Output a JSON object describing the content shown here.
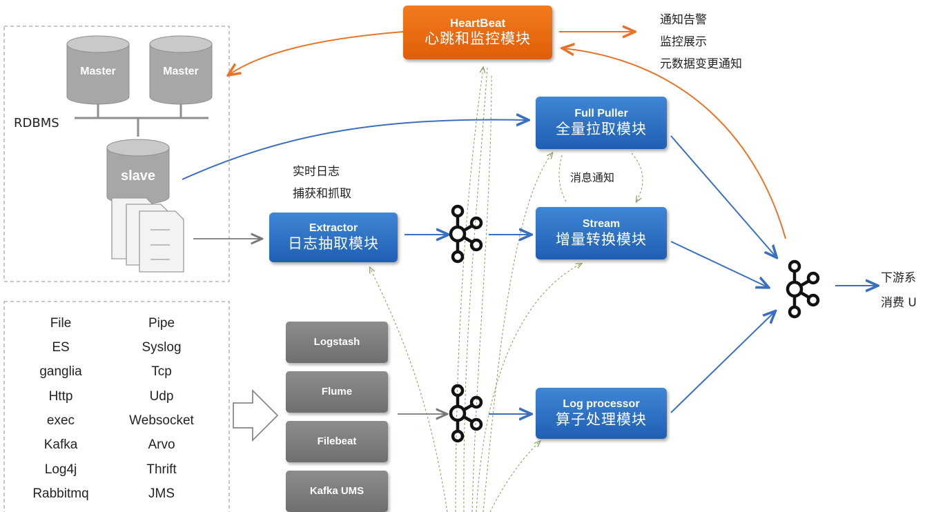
{
  "heartbeat": {
    "en": "HeartBeat",
    "cn": "心跳和监控模块"
  },
  "notify_labels": [
    "通知告警",
    "监控展示",
    "元数据变更通知"
  ],
  "db": {
    "master_1": "Master",
    "master_2": "Master",
    "rdbms": "RDBMS",
    "slave": "slave"
  },
  "full_puller": {
    "en": "Full Puller",
    "cn": "全量拉取模块"
  },
  "extractor": {
    "en": "Extractor",
    "cn": "日志抽取模块"
  },
  "realtime_label": [
    "实时日志",
    "捕获和抓取"
  ],
  "stream": {
    "en": "Stream",
    "cn": "增量转换模块"
  },
  "message_notify": "消息通知",
  "log_processor": {
    "en": "Log processor",
    "cn": "算子处理模块"
  },
  "downstream": [
    "下游系",
    "消费 U"
  ],
  "collectors": [
    "Logstash",
    "Flume",
    "Filebeat",
    "Kafka UMS"
  ],
  "sources_left": [
    "File",
    "ES",
    "ganglia",
    "Http",
    "exec",
    "Kafka",
    "Log4j",
    "Rabbitmq"
  ],
  "sources_right": [
    "Pipe",
    "Syslog",
    "Tcp",
    "Udp",
    "Websocket",
    "Arvo",
    "Thrift",
    "JMS"
  ],
  "colors": {
    "blue": "#2d6fc4",
    "orange": "#ee6a12",
    "gray": "#7a7a7a",
    "arrow_blue": "#3a6ec0",
    "arrow_orange": "#e8742a",
    "dash_green": "#9db07a"
  },
  "icons": {
    "kafka": "kafka-logo-icon",
    "big_arrow": "hollow-right-arrow-icon",
    "document": "document-stack-icon",
    "database": "database-cylinder-icon"
  }
}
